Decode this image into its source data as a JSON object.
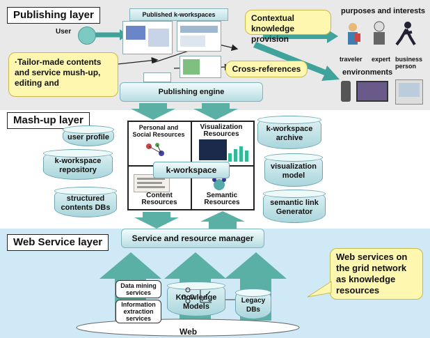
{
  "publishing": {
    "title": "Publishing layer",
    "user_label": "User",
    "workspaces_label": "Published k-workspaces",
    "tailor_text": "·Tailor-made contents and service mush-up, editing and",
    "cross_refs": "Cross-references",
    "contextual": "Contextual knowledge provision",
    "purposes": "purposes and interests",
    "personas": [
      "traveler",
      "expert",
      "business person"
    ],
    "environments": "environments",
    "engine": "Publishing engine"
  },
  "mashup": {
    "title": "Mash-up layer",
    "left_cylinders": [
      "user profile",
      "k-workspace repository",
      "structured contents DBs"
    ],
    "right_cylinders": [
      "k-workspace archive",
      "visualization model",
      "semantic link Generator"
    ],
    "quadrants": {
      "tl": "Personal and Social Resources",
      "tr": "Visualization Resources",
      "bl": "Content Resources",
      "br": "Semantic Resources"
    },
    "center": "k-workspace"
  },
  "web": {
    "title": "Web Service layer",
    "manager": "Service and resource manager",
    "callout": "Web services on the grid network as knowledge resources",
    "data_mining": "Data mining services",
    "info_extraction": "Information extraction services",
    "knowledge_models": "Knowledge Models",
    "legacy": "Legacy DBs",
    "web_label": "Web"
  },
  "colors": {
    "callout_fill": "#fdf7b0",
    "cylinder_fill": "#a9d6dc",
    "arrow_fill": "#5bb0a5",
    "web_band": "#cfe9f7"
  }
}
